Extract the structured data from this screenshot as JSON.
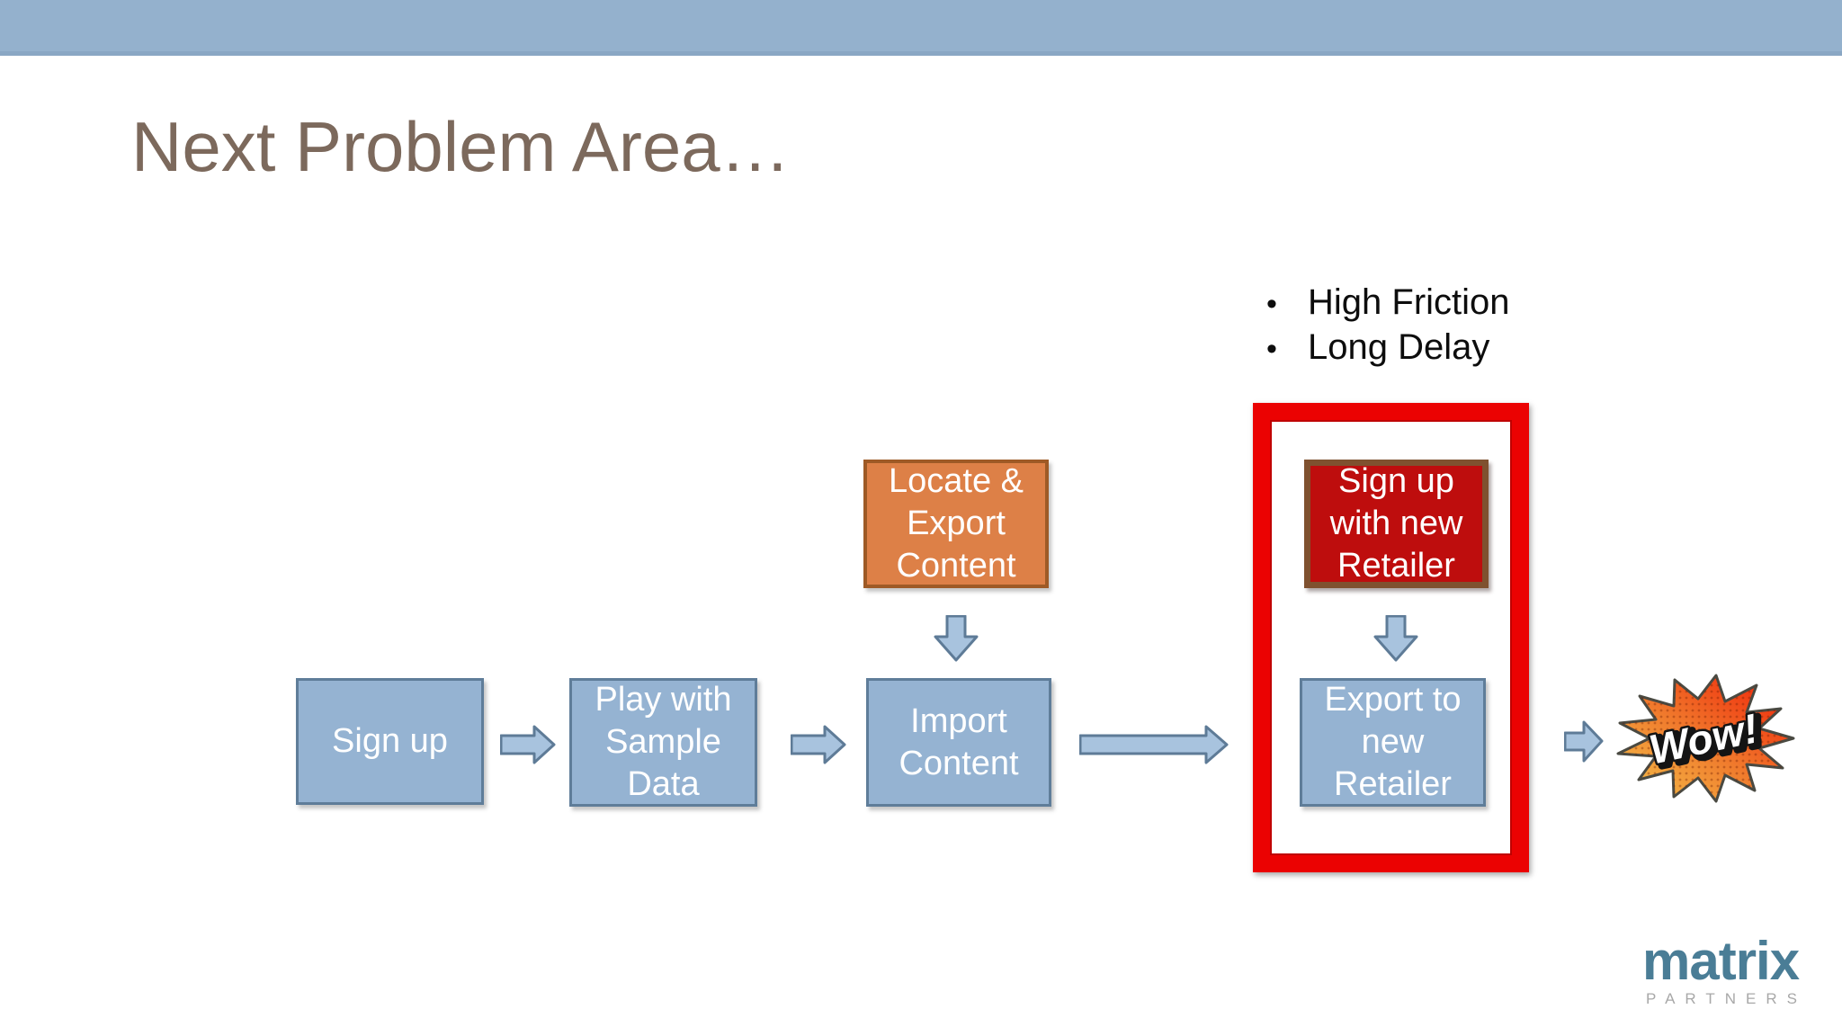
{
  "slide": {
    "title": "Next Problem Area…",
    "bullets": [
      "High Friction",
      "Long Delay"
    ],
    "boxes": {
      "sign_up": "Sign up",
      "play_sample": "Play with Sample Data",
      "import_content": "Import Content",
      "locate_export": "Locate & Export Content",
      "signup_new_retailer": "Sign up with new Retailer",
      "export_new_retailer": "Export to new Retailer"
    },
    "callout": "Wow!",
    "logo": {
      "name": "matrix",
      "tagline": "PARTNERS"
    },
    "colors": {
      "top_bar": "#94B1CD",
      "title_text": "#7C695C",
      "process_fill": "#95B3D2",
      "process_border": "#5F7D99",
      "orange_fill": "#DD8047",
      "orange_border": "#9E5A26",
      "red_fill": "#BE0D0D",
      "red_border": "#7F512F",
      "highlight_frame": "#EB0202",
      "wow_yellow": "#F5C84C",
      "wow_red": "#EF1A05",
      "logo_name": "#4A7D96",
      "logo_tagline": "#A8A8A8"
    }
  }
}
